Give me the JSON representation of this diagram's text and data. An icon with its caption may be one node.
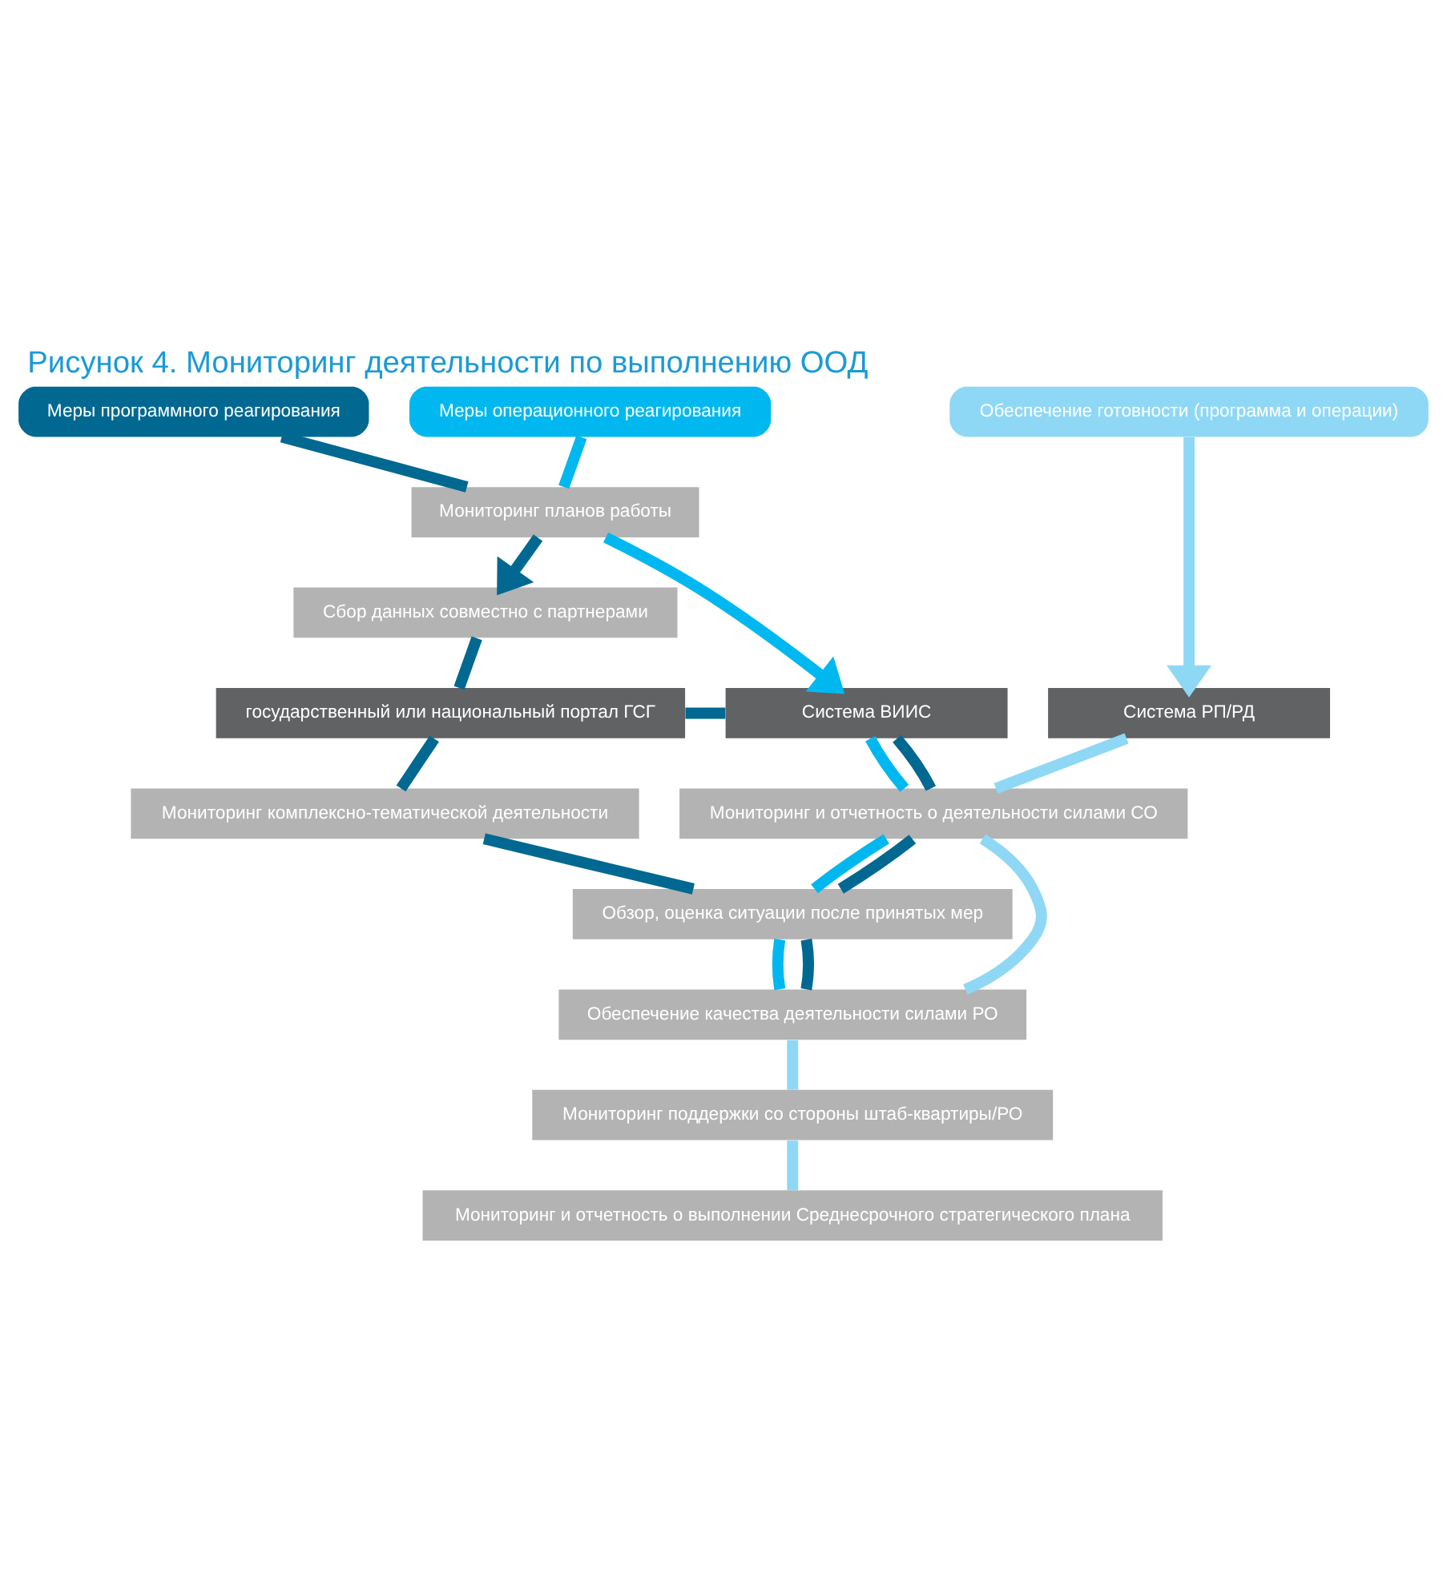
{
  "diagram": {
    "title": "Рисунок 4. Мониторинг деятельности по выполнению ООД",
    "nodes": [
      {
        "text": [
          "Обеспечение готовности (программа и операции)"
        ]
      },
      {
        "text": [
          "Меры операционного реагирования"
        ]
      },
      {
        "text": [
          "Меры программного реагирования"
        ]
      },
      {
        "text": [
          "Мониторинг планов работы"
        ]
      },
      {
        "text": [
          "Сбор данных совместно с партнерами"
        ]
      },
      {
        "text": [
          "Система РП/РД"
        ]
      },
      {
        "text": [
          "Система ВИИС"
        ]
      },
      {
        "text": [
          "государственный или национальный портал ГСГ"
        ]
      },
      {
        "text": [
          "Мониторинг и отчетность о деятельности силами СО"
        ]
      },
      {
        "text": [
          "Мониторинг комплексно-тематической деятельности"
        ]
      },
      {
        "text": [
          "Обзор, оценка ситуации после принятых мер"
        ]
      },
      {
        "text": [
          "Обеспечение качества деятельности силами РО"
        ]
      },
      {
        "text": [
          "Мониторинг поддержки со стороны штаб-квартиры/РО"
        ]
      },
      {
        "text": [
          "Мониторинг и отчетность о выполнении Среднесрочного стратегического плана"
        ]
      }
    ],
    "edges": [
      {
        "from": 0,
        "to": 5,
        "arrow": "to",
        "color": "#8fd8f5"
      },
      {
        "from": 1,
        "to": 3,
        "arrow": "none",
        "color": "#00b8ef"
      },
      {
        "from": 2,
        "to": 3,
        "arrow": "none",
        "color": "#006891"
      },
      {
        "from": 3,
        "to": 6,
        "arrow": "to",
        "color": "#00b8ef"
      },
      {
        "from": 3,
        "to": 4,
        "arrow": "to",
        "color": "#006891"
      },
      {
        "from": 4,
        "to": 7,
        "arrow": "none",
        "color": "#006891"
      },
      {
        "from": 7,
        "to": 6,
        "arrow": "none",
        "color": "#006891"
      },
      {
        "from": 5,
        "to": 8,
        "arrow": "none",
        "color": "#8fd8f5"
      },
      {
        "from": 6,
        "to": 8,
        "arrow": "none",
        "color": "#00b8ef"
      },
      {
        "from": 6,
        "to": 8,
        "arrow": "none",
        "color": "#006891"
      },
      {
        "from": 7,
        "to": 9,
        "arrow": "none",
        "color": "#006891"
      },
      {
        "from": 8,
        "to": 10,
        "arrow": "none",
        "color": "#00b8ef"
      },
      {
        "from": 8,
        "to": 10,
        "arrow": "none",
        "color": "#006891"
      },
      {
        "from": 9,
        "to": 10,
        "arrow": "none",
        "color": "#006891"
      },
      {
        "from": 8,
        "to": 11,
        "arrow": "none",
        "color": "#8fd8f5"
      },
      {
        "from": 10,
        "to": 11,
        "arrow": "none",
        "color": "#00b8ef"
      },
      {
        "from": 10,
        "to": 11,
        "arrow": "none",
        "color": "#006891"
      },
      {
        "from": 11,
        "to": 12,
        "arrow": "none",
        "color": "#8fd8f5"
      },
      {
        "from": 12,
        "to": 13,
        "arrow": "none",
        "color": "#8fd8f5"
      }
    ]
  }
}
